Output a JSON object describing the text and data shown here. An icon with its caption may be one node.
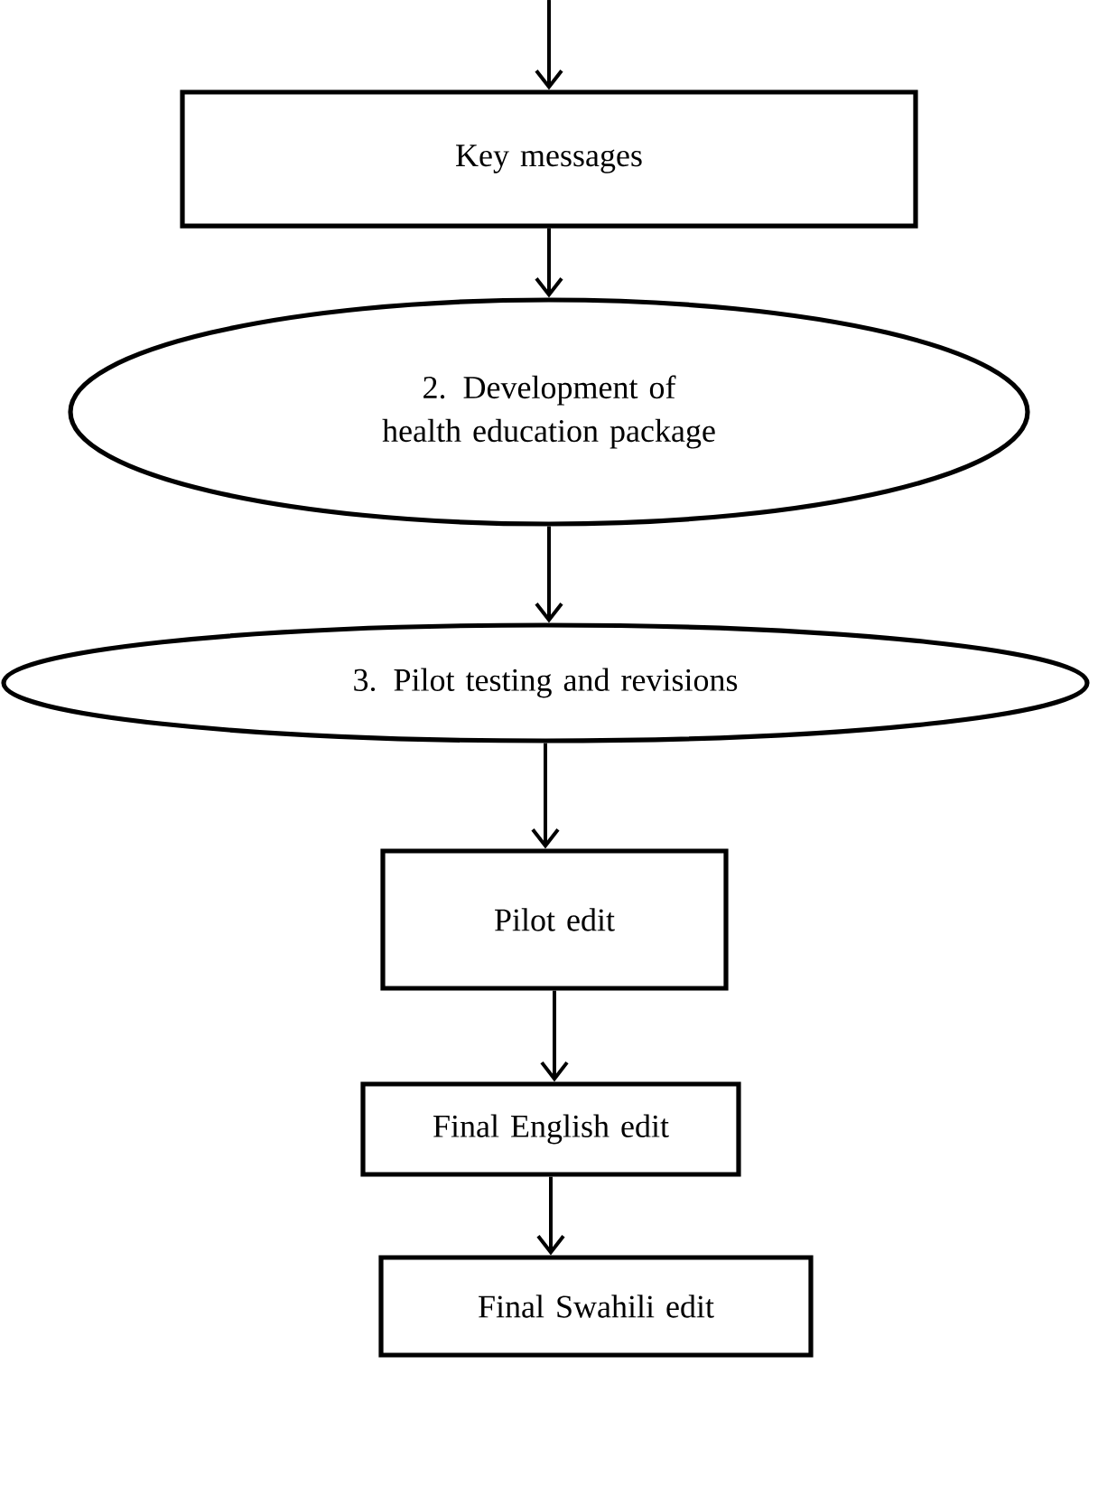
{
  "diagram": {
    "nodes": [
      {
        "text": [
          "Key messages"
        ]
      },
      {
        "text": [
          "2. Development of health education package"
        ]
      },
      {
        "text": [
          "3. Pilot testing and revisions"
        ]
      },
      {
        "text": [
          "Pilot edit"
        ]
      },
      {
        "text": [
          "Final English edit"
        ]
      },
      {
        "text": [
          "Final Swahili edit"
        ]
      }
    ],
    "edges": [
      {
        "from": null,
        "to": 0,
        "arrow": "to"
      },
      {
        "from": 0,
        "to": 1,
        "arrow": "to"
      },
      {
        "from": 1,
        "to": 2,
        "arrow": "to"
      },
      {
        "from": 2,
        "to": 3,
        "arrow": "to"
      },
      {
        "from": 3,
        "to": 4,
        "arrow": "to"
      },
      {
        "from": 4,
        "to": 5,
        "arrow": "to"
      }
    ]
  }
}
